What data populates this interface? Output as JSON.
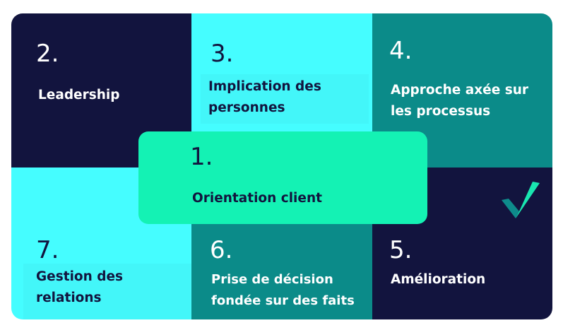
{
  "colors": {
    "navy": "#12143e",
    "aqua": "#45fdff",
    "teal": "#0b8b89",
    "mint": "#14f2b4",
    "check_teal": "#0e8b8b",
    "check_green": "#19e6b0",
    "white": "#ffffff"
  },
  "principles": [
    {
      "number": "1.",
      "label": "Orientation client"
    },
    {
      "number": "2.",
      "label": "Leadership"
    },
    {
      "number": "3.",
      "label": "Implication des personnes"
    },
    {
      "number": "4.",
      "label": "Approche axée sur les processus"
    },
    {
      "number": "5.",
      "label": "Amélioration"
    },
    {
      "number": "6.",
      "label": "Prise de décision fondée sur des faits"
    },
    {
      "number": "7.",
      "label": "Gestion des relations"
    }
  ],
  "logo": {
    "icon": "checkmark-logo-icon"
  }
}
